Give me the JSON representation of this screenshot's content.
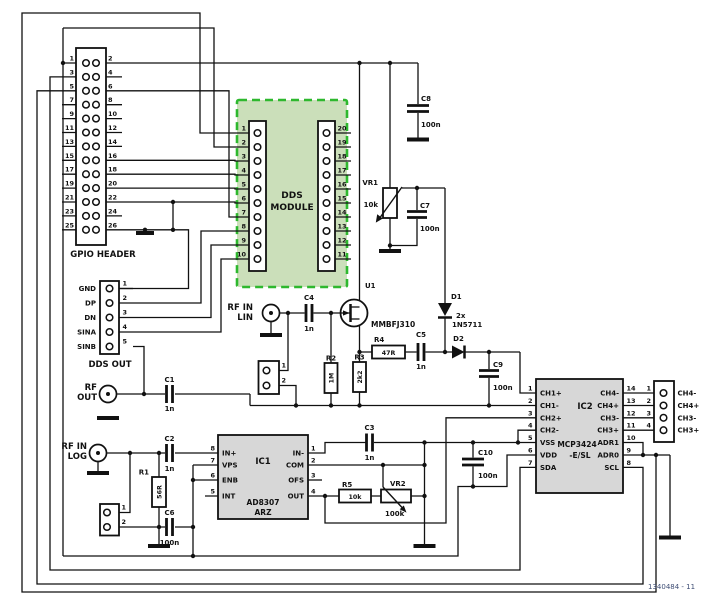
{
  "doc": {
    "ref_label": "1340484 - 11"
  },
  "colors": {
    "wire": "#111111",
    "dds_fill": "#cbdfba",
    "dds_border": "#2eb82e",
    "ic_fill": "#d7d7d7",
    "ref_text": "#3f4e75"
  },
  "gpio": {
    "label": "GPIO HEADER",
    "odd": [
      "1",
      "3",
      "5",
      "7",
      "9",
      "11",
      "13",
      "15",
      "17",
      "19",
      "21",
      "23",
      "25"
    ],
    "even": [
      "2",
      "4",
      "6",
      "8",
      "10",
      "12",
      "14",
      "16",
      "18",
      "20",
      "22",
      "24",
      "26"
    ]
  },
  "dds_module": {
    "name_line1": "DDS",
    "name_line2": "MODULE",
    "left_pins": [
      "1",
      "2",
      "3",
      "4",
      "5",
      "6",
      "7",
      "8",
      "9",
      "10"
    ],
    "right_pins": [
      "20",
      "19",
      "18",
      "17",
      "16",
      "15",
      "14",
      "13",
      "12",
      "11"
    ]
  },
  "dds_out": {
    "label": "DDS OUT",
    "pin_names": [
      "GND",
      "DP",
      "DN",
      "SINA",
      "SINB"
    ],
    "pin_numbers": [
      "1",
      "2",
      "3",
      "4",
      "5"
    ]
  },
  "rf_out": {
    "label_line1": "RF",
    "label_line2": "OUT"
  },
  "rf_in_lin": {
    "label_line1": "RF IN",
    "label_line2": "LIN"
  },
  "rf_in_log": {
    "label_line1": "RF IN",
    "label_line2": "LOG"
  },
  "header_lin": {
    "pin_numbers": [
      "1",
      "2"
    ]
  },
  "header_log": {
    "pin_numbers": [
      "1",
      "2"
    ]
  },
  "u1": {
    "ref": "U1",
    "part": "MMBFJ310"
  },
  "d1": {
    "ref": "D1",
    "qty": "2x",
    "part": "1N5711"
  },
  "d2": {
    "ref": "D2"
  },
  "vr1": {
    "ref": "VR1",
    "value": "10k"
  },
  "vr2": {
    "ref": "VR2",
    "value": "100k"
  },
  "r1": {
    "ref": "R1",
    "value": "56R"
  },
  "r2": {
    "ref": "R2",
    "value": "1M"
  },
  "r3": {
    "ref": "R3",
    "value": "2k2"
  },
  "r4": {
    "ref": "R4",
    "value": "47R"
  },
  "r5": {
    "ref": "R5",
    "value": "10k"
  },
  "c1": {
    "ref": "C1",
    "value": "1n"
  },
  "c2": {
    "ref": "C2",
    "value": "1n"
  },
  "c3": {
    "ref": "C3",
    "value": "1n"
  },
  "c4": {
    "ref": "C4",
    "value": "1n"
  },
  "c5": {
    "ref": "C5",
    "value": "1n"
  },
  "c6": {
    "ref": "C6",
    "value": "100n"
  },
  "c7": {
    "ref": "C7",
    "value": "100n"
  },
  "c8": {
    "ref": "C8",
    "value": "100n"
  },
  "c9": {
    "ref": "C9",
    "value": "100n"
  },
  "c10": {
    "ref": "C10",
    "value": "100n"
  },
  "ic1": {
    "ref": "IC1",
    "part": "AD8307",
    "suffix": "ARZ",
    "left_pins": [
      {
        "num": "8",
        "name": "IN+"
      },
      {
        "num": "7",
        "name": "VPS"
      },
      {
        "num": "6",
        "name": "ENB"
      },
      {
        "num": "5",
        "name": "INT"
      }
    ],
    "right_pins": [
      {
        "num": "1",
        "name": "IN-"
      },
      {
        "num": "2",
        "name": "COM"
      },
      {
        "num": "3",
        "name": "OFS"
      },
      {
        "num": "4",
        "name": "OUT"
      }
    ]
  },
  "ic2": {
    "ref": "IC2",
    "part": "MCP3424",
    "suffix": "-E/SL",
    "left_pins": [
      {
        "num": "1",
        "name": "CH1+"
      },
      {
        "num": "2",
        "name": "CH1-"
      },
      {
        "num": "3",
        "name": "CH2+"
      },
      {
        "num": "4",
        "name": "CH2-"
      },
      {
        "num": "5",
        "name": "VSS"
      },
      {
        "num": "6",
        "name": "VDD"
      },
      {
        "num": "7",
        "name": "SDA"
      }
    ],
    "right_pins": [
      {
        "num": "14",
        "name": "CH4-"
      },
      {
        "num": "13",
        "name": "CH4+"
      },
      {
        "num": "12",
        "name": "CH3-"
      },
      {
        "num": "11",
        "name": "CH3+"
      },
      {
        "num": "10",
        "name": "ADR1"
      },
      {
        "num": "9",
        "name": "ADR0"
      },
      {
        "num": "8",
        "name": "SCL"
      }
    ]
  },
  "conn4": {
    "pin_numbers": [
      "1",
      "2",
      "3",
      "4"
    ],
    "pin_labels": [
      "CH4-",
      "CH4+",
      "CH3-",
      "CH3+"
    ]
  }
}
